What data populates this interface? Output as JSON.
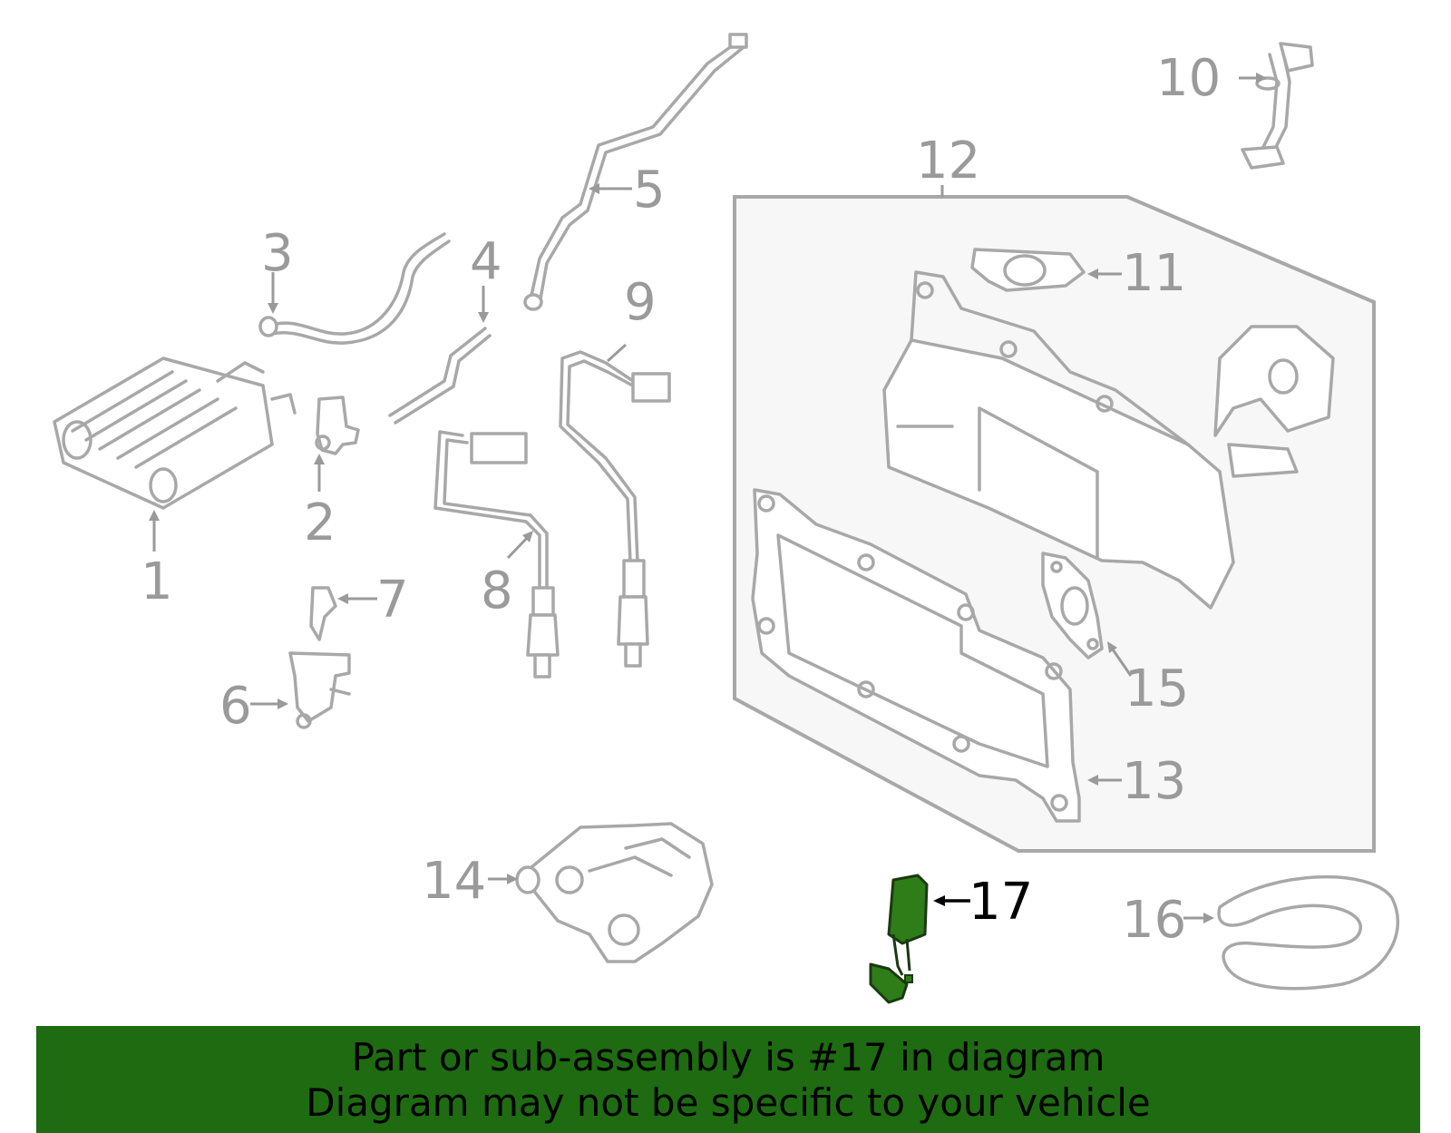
{
  "diagram": {
    "callouts": [
      {
        "id": "1",
        "label": "1"
      },
      {
        "id": "2",
        "label": "2"
      },
      {
        "id": "3",
        "label": "3"
      },
      {
        "id": "4",
        "label": "4"
      },
      {
        "id": "5",
        "label": "5"
      },
      {
        "id": "6",
        "label": "6"
      },
      {
        "id": "7",
        "label": "7"
      },
      {
        "id": "8",
        "label": "8"
      },
      {
        "id": "9",
        "label": "9"
      },
      {
        "id": "10",
        "label": "10"
      },
      {
        "id": "11",
        "label": "11"
      },
      {
        "id": "12",
        "label": "12"
      },
      {
        "id": "13",
        "label": "13"
      },
      {
        "id": "14",
        "label": "14"
      },
      {
        "id": "15",
        "label": "15"
      },
      {
        "id": "16",
        "label": "16"
      },
      {
        "id": "17",
        "label": "17"
      }
    ],
    "highlighted_part": "17",
    "colors": {
      "part_lines": "#a8a8a8",
      "callout_text": "#9a9a9a",
      "highlight_fill": "#2e7d18",
      "highlight_text": "#000000",
      "assembly_box_fill": "#f7f7f7",
      "banner_bg": "#1e6b12"
    }
  },
  "banner": {
    "line1": "Part or sub-assembly is #17 in diagram",
    "line2": "Diagram may not be specific to your vehicle"
  }
}
